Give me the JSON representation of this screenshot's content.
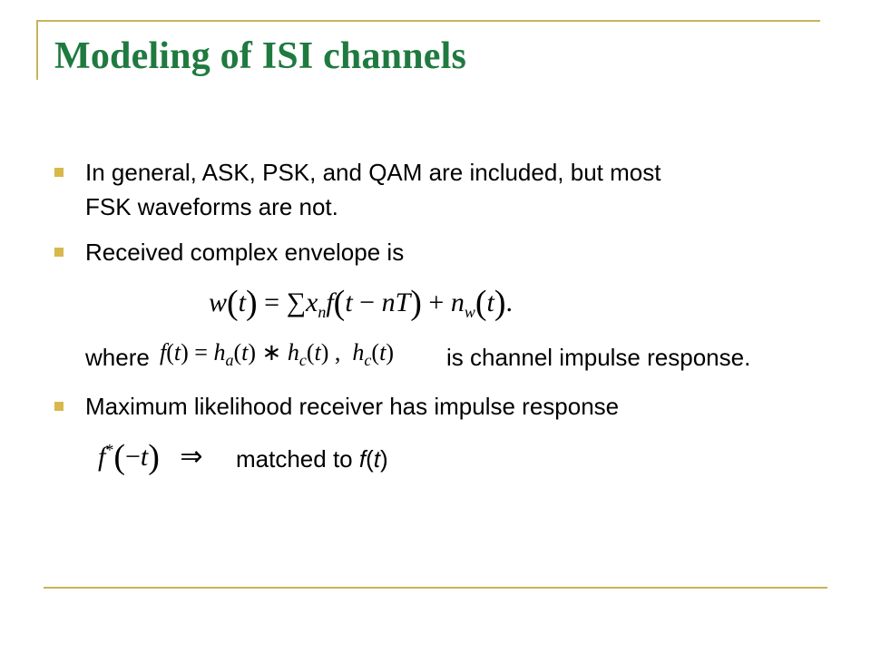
{
  "slide": {
    "title": "Modeling of ISI channels",
    "bullets": [
      {
        "lines": [
          "In general, ASK, PSK, and QAM are included, but most",
          "FSK waveforms are not."
        ]
      },
      {
        "lines": [
          "Received complex envelope is"
        ]
      },
      {
        "lines": [
          "Maximum likelihood receiver has impulse response"
        ]
      }
    ],
    "where_label": "where",
    "where_tail": "is channel impulse response.",
    "matched_prefix": "matched to ",
    "matched_f": "f",
    "matched_t": "t"
  }
}
